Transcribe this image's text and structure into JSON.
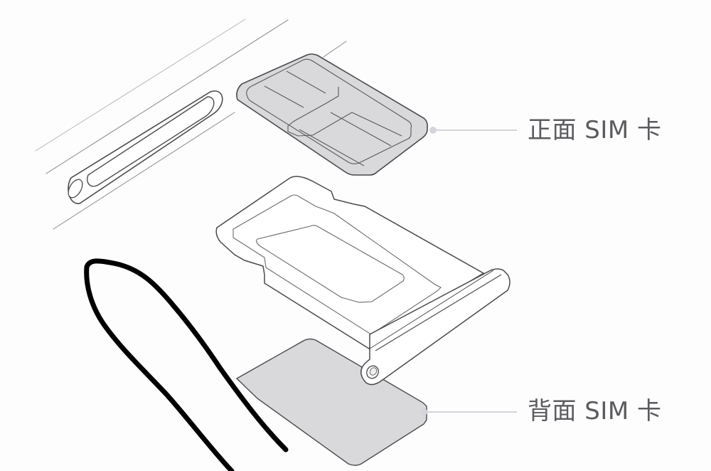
{
  "diagram": {
    "title": "SIM card tray diagram",
    "labels": {
      "front_sim": "正面 SIM 卡",
      "back_sim": "背面 SIM 卡"
    },
    "colors": {
      "background": "#fdfdfe",
      "outline": "#4a4a4e",
      "thin_line": "#9a9aa0",
      "sim_fill": "#d9d9dc",
      "tray_fill": "#ffffff",
      "leader_line": "#c8c8cd",
      "leader_dot": "#d6d5db",
      "label_text": "#5b5b5f",
      "annotation_stroke": "#000000"
    },
    "components": [
      {
        "name": "phone-edge",
        "description": "Phone side frame with SIM slot opening"
      },
      {
        "name": "front-sim-card",
        "description": "Nano SIM card, contact side up"
      },
      {
        "name": "sim-tray",
        "description": "Dual SIM tray with eject pin hole"
      },
      {
        "name": "back-sim-card",
        "description": "Nano SIM card under tray"
      },
      {
        "name": "hand-drawn-annotation",
        "description": "Black freehand curve"
      }
    ]
  }
}
